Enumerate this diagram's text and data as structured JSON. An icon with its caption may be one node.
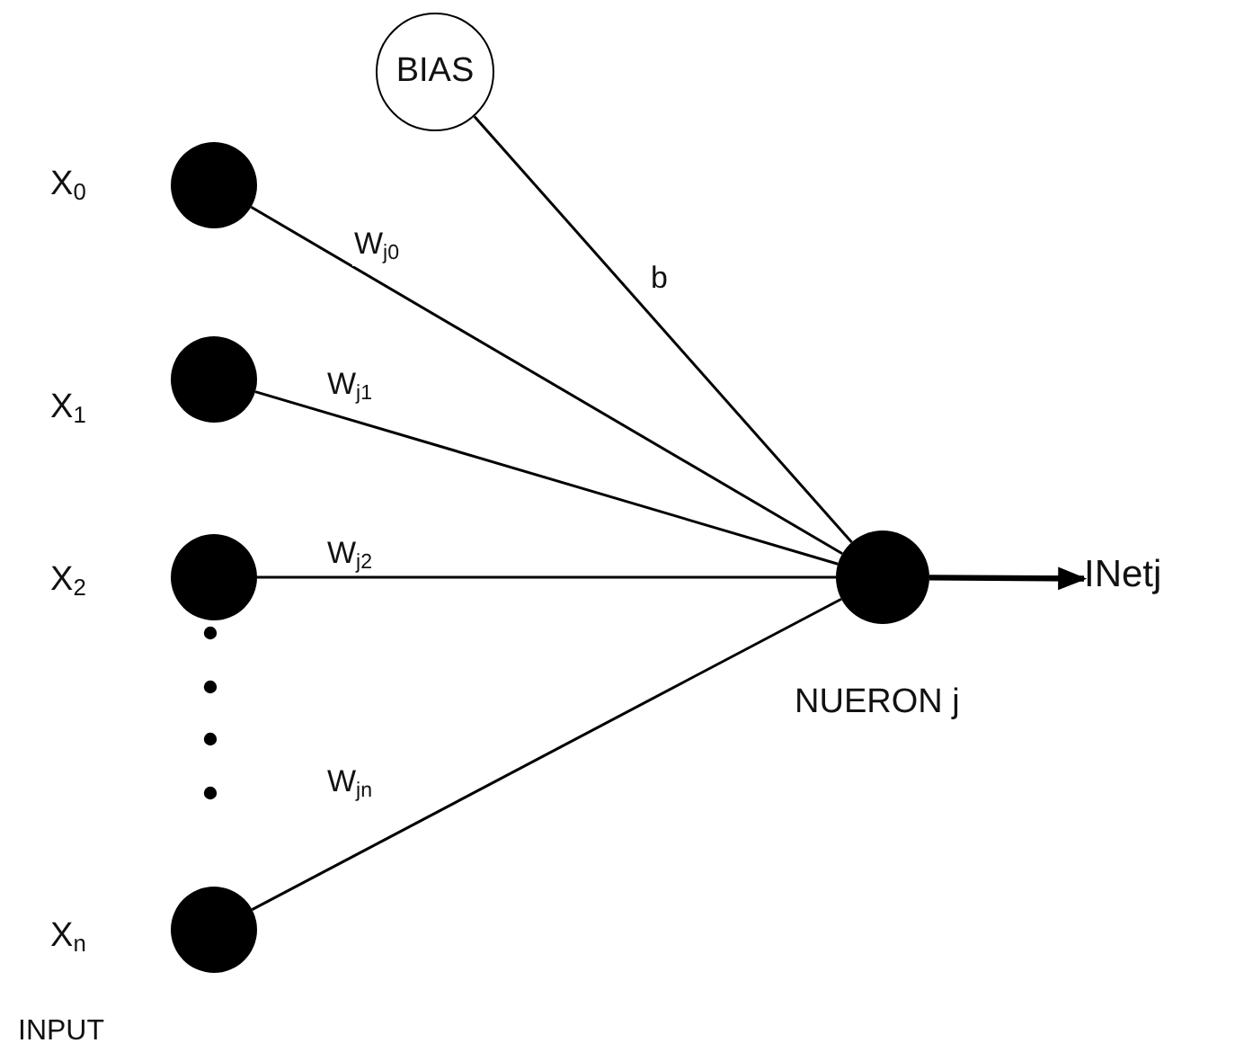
{
  "diagram": {
    "nodes": [
      {
        "text": [
          "BIAS"
        ]
      },
      {
        "text": [],
        "shape": "circle",
        "beside": [
          "X$_{0}$"
        ]
      },
      {
        "text": [],
        "shape": "circle",
        "beside": [
          "X$_{1}$"
        ]
      },
      {
        "text": [],
        "shape": "circle",
        "beside": [
          "X$_{2}$"
        ]
      },
      {
        "text": [],
        "shape": "circle",
        "beside": [
          "X$_{n}$"
        ]
      },
      {
        "text": [],
        "shape": "circle",
        "beside": [
          "NUERON j"
        ]
      },
      {
        "text": [
          "INetj"
        ]
      }
    ],
    "edges": [
      {
        "from": 1,
        "to": 5,
        "arrow": "none",
        "label": "W$_{j0}$"
      },
      {
        "from": 2,
        "to": 5,
        "arrow": "none",
        "label": "W$_{j1}$"
      },
      {
        "from": 3,
        "to": 5,
        "arrow": "none",
        "label": "W$_{j2}$"
      },
      {
        "from": 4,
        "to": 5,
        "arrow": "none",
        "label": "W$_{jn}$"
      },
      {
        "from": 0,
        "to": 5,
        "arrow": "none",
        "label": "b"
      },
      {
        "from": 5,
        "to": 6,
        "arrow": "to",
        "style": "thick"
      }
    ],
    "labels": [
      "INPUT"
    ]
  }
}
